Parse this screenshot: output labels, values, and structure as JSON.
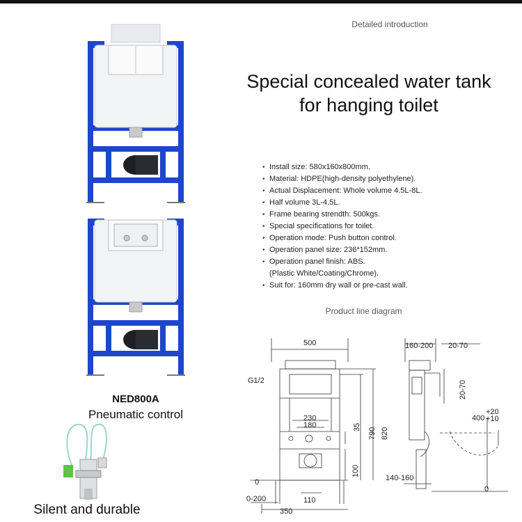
{
  "header": {
    "eyebrow": "Detailed introduction",
    "title_line1": "Special concealed water tank",
    "title_line2": "for hanging toilet"
  },
  "specs": [
    "Install size: 580x160x800mm.",
    "Material: HDPE(high-density polyethylene).",
    "Actual Displacement: Whole volume 4.5L-8L.",
    "Half volume 3L-4.5L.",
    "Frame bearing strendth: 500kgs.",
    "Special specifications for toilet.",
    "Operation mode: Push button control.",
    "Operation panel size: 236*152mm.",
    "Operation panel finish: ABS.",
    "(Plastic White/Coating/Chrome).",
    "Suit for: 160mm dry wall or pre-cast wall."
  ],
  "spec_bullets": [
    true,
    true,
    true,
    true,
    true,
    true,
    true,
    true,
    true,
    false,
    true
  ],
  "product": {
    "model": "NED800A",
    "control": "Pneumatic control",
    "valve_caption": "Silent and durable"
  },
  "diagram": {
    "caption": "Product line diagram",
    "front": {
      "width": "500",
      "inlet": "G1/2",
      "d230": "230",
      "d180": "180",
      "d35": "35",
      "d790": "790",
      "d820": "820",
      "d100": "100",
      "d0": "0",
      "d0_200": "0-200",
      "d110": "110",
      "d350": "350"
    },
    "side": {
      "d160_200": "160-200",
      "d20_70_top": "20-70",
      "d20_70_side": "20-70",
      "d400": "400",
      "d_plus20": "+20",
      "d_plus10": "+10",
      "d140_160": "140-160",
      "d0": "0"
    }
  },
  "colors": {
    "frame_blue": "#1d46c8",
    "tank_white": "#f2f3f5"
  }
}
